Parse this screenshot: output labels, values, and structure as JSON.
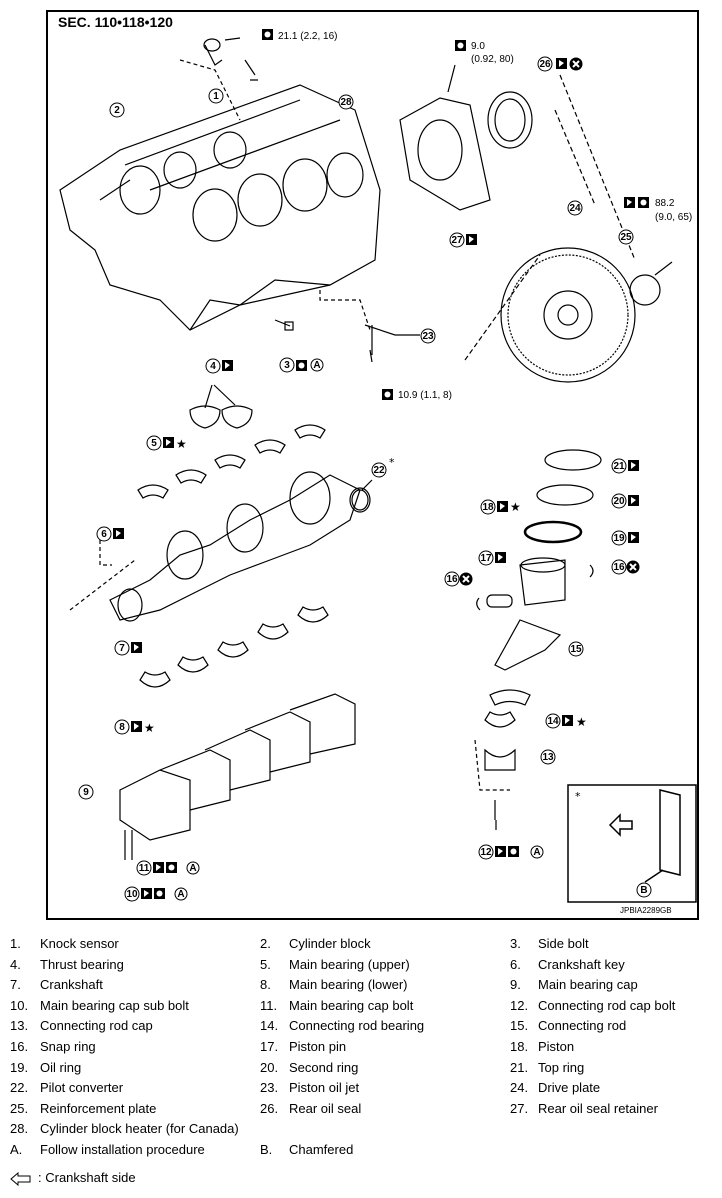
{
  "section_title": "SEC. 110•118•120",
  "image_code": "JPBIA2289GB",
  "torques": {
    "t1": "21.1 (2.2, 16)",
    "t2_line1": "9.0",
    "t2_line2": "(0.92, 80)",
    "t3_line1": "88.2",
    "t3_line2": "(9.0, 65)",
    "t4": "10.9 (1.1, 8)"
  },
  "callouts": [
    "1",
    "2",
    "3",
    "4",
    "5",
    "6",
    "7",
    "8",
    "9",
    "10",
    "11",
    "12",
    "13",
    "14",
    "15",
    "16",
    "17",
    "18",
    "19",
    "20",
    "21",
    "22",
    "23",
    "24",
    "25",
    "26",
    "27",
    "28",
    "A",
    "B"
  ],
  "inset_star": "*",
  "legend": [
    [
      {
        "n": "1.",
        "t": "Knock sensor"
      },
      {
        "n": "2.",
        "t": "Cylinder block"
      },
      {
        "n": "3.",
        "t": "Side bolt"
      }
    ],
    [
      {
        "n": "4.",
        "t": "Thrust bearing"
      },
      {
        "n": "5.",
        "t": "Main bearing (upper)"
      },
      {
        "n": "6.",
        "t": "Crankshaft key"
      }
    ],
    [
      {
        "n": "7.",
        "t": "Crankshaft"
      },
      {
        "n": "8.",
        "t": "Main bearing (lower)"
      },
      {
        "n": "9.",
        "t": "Main bearing cap"
      }
    ],
    [
      {
        "n": "10.",
        "t": "Main bearing cap sub bolt"
      },
      {
        "n": "11.",
        "t": "Main bearing cap bolt"
      },
      {
        "n": "12.",
        "t": "Connecting rod cap bolt"
      }
    ],
    [
      {
        "n": "13.",
        "t": "Connecting rod cap"
      },
      {
        "n": "14.",
        "t": "Connecting rod bearing"
      },
      {
        "n": "15.",
        "t": "Connecting rod"
      }
    ],
    [
      {
        "n": "16.",
        "t": "Snap ring"
      },
      {
        "n": "17.",
        "t": "Piston pin"
      },
      {
        "n": "18.",
        "t": "Piston"
      }
    ],
    [
      {
        "n": "19.",
        "t": "Oil ring"
      },
      {
        "n": "20.",
        "t": "Second ring"
      },
      {
        "n": "21.",
        "t": "Top ring"
      }
    ],
    [
      {
        "n": "22.",
        "t": "Pilot converter"
      },
      {
        "n": "23.",
        "t": "Piston oil jet"
      },
      {
        "n": "24.",
        "t": "Drive plate"
      }
    ],
    [
      {
        "n": "25.",
        "t": "Reinforcement plate"
      },
      {
        "n": "26.",
        "t": "Rear oil seal"
      },
      {
        "n": "27.",
        "t": "Rear oil seal retainer"
      }
    ],
    [
      {
        "n": "28.",
        "t": "Cylinder block heater (for Canada)"
      }
    ],
    [
      {
        "n": "A.",
        "t": "Follow installation procedure"
      },
      {
        "n": "B.",
        "t": "Chamfered"
      }
    ]
  ],
  "footnote": ": Crankshaft side"
}
